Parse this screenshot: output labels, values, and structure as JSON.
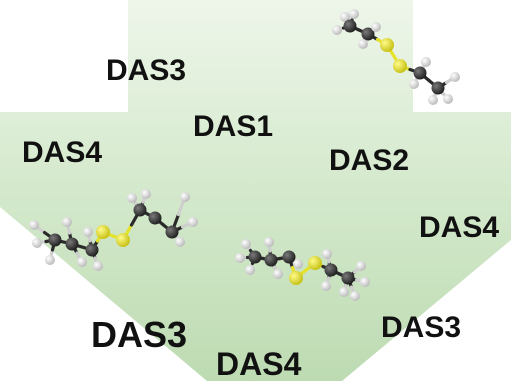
{
  "labels": {
    "das3_top": "DAS3",
    "das1": "DAS1",
    "das4_left": "DAS4",
    "das2": "DAS2",
    "das4_right": "DAS4",
    "das3_bottom_left": "DAS3",
    "das3_bottom_right": "DAS3",
    "das4_bottom": "DAS4"
  },
  "colors": {
    "arrow_light": "#eef6ea",
    "arrow_dark": "#bddbb2",
    "carbon": "#2a2a2a",
    "hydrogen": "#e6e6e6",
    "sulfur": "#e4e22a",
    "label": "#111111"
  },
  "icons": [
    "down-arrow-icon",
    "diethyl-disulfide-molecule-icon"
  ]
}
